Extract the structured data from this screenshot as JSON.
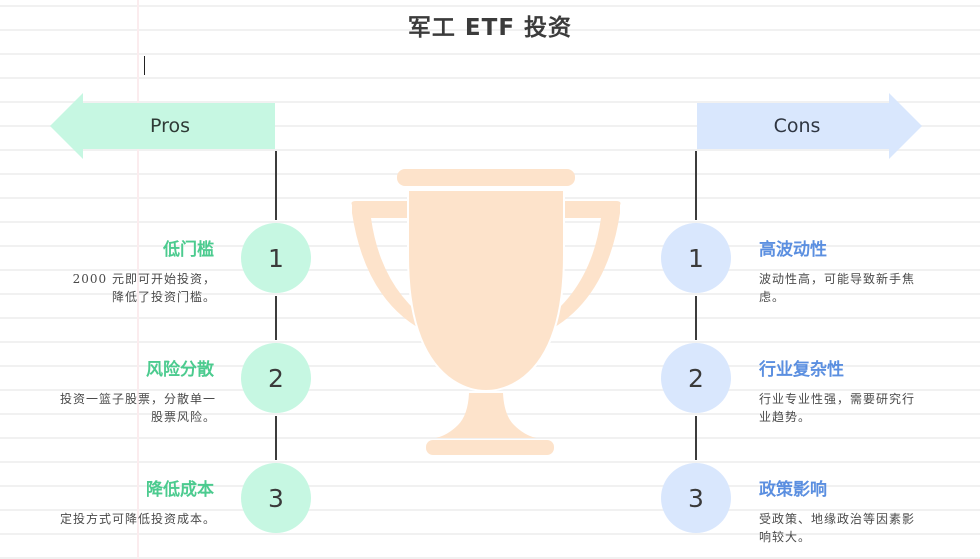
{
  "title": "军工 ETF 投资",
  "colors": {
    "pros_fill": "#c6f7e2",
    "cons_fill": "#d9e7fd",
    "pros_title": "#4ccb8f",
    "cons_title": "#5b8fe0",
    "trophy": "#fde3cb"
  },
  "pros": {
    "label": "Pros",
    "items": [
      {
        "number": "1",
        "title": "低门槛",
        "description": "2000 元即可开始投资，降低了投资门槛。"
      },
      {
        "number": "2",
        "title": "风险分散",
        "description": "投资一篮子股票，分散单一股票风险。"
      },
      {
        "number": "3",
        "title": "降低成本",
        "description": "定投方式可降低投资成本。"
      }
    ]
  },
  "cons": {
    "label": "Cons",
    "items": [
      {
        "number": "1",
        "title": "高波动性",
        "description": "波动性高，可能导致新手焦虑。"
      },
      {
        "number": "2",
        "title": "行业复杂性",
        "description": "行业专业性强，需要研究行业趋势。"
      },
      {
        "number": "3",
        "title": "政策影响",
        "description": "受政策、地缘政治等因素影响较大。"
      }
    ]
  },
  "center_icon": "trophy-icon"
}
